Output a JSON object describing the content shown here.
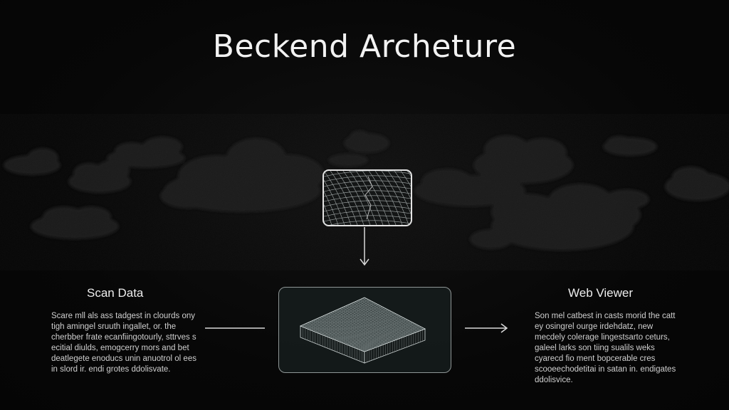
{
  "diagram": {
    "title": "Beckend Archeture",
    "nodes": [
      {
        "id": "scan-data",
        "label": "Scan Data",
        "description": "Scare mll als ass tadgest in clourds ony tigh amingel sruuth ingallet, or. the cherbber frate ecanfiingotourly, sttrves s ecitial diulds, emogcerry mors and bet deatlegete enoducs unin anuotrol ol ees in slord ir. endi grotes ddolisvate."
      },
      {
        "id": "web-viewer",
        "label": "Web Viewer",
        "description": "Son mel catbest in casts morid the catt ey osingrel ourge irdehdatz, new mecdely colerage lingestsarto ceturs, galeel larks son tiing sualils weks cyarecd fio ment bopcerable cres scooeechodetitai in satan in. endigates ddolisvice."
      }
    ],
    "icons": {
      "top_card": "wireframe-terrain-icon",
      "center_card": "point-cloud-mesh-icon",
      "background": "cloud-icon"
    },
    "colors": {
      "background": "#070707",
      "text": "#f2f2f2",
      "card_border": "#e4e4e4"
    }
  }
}
